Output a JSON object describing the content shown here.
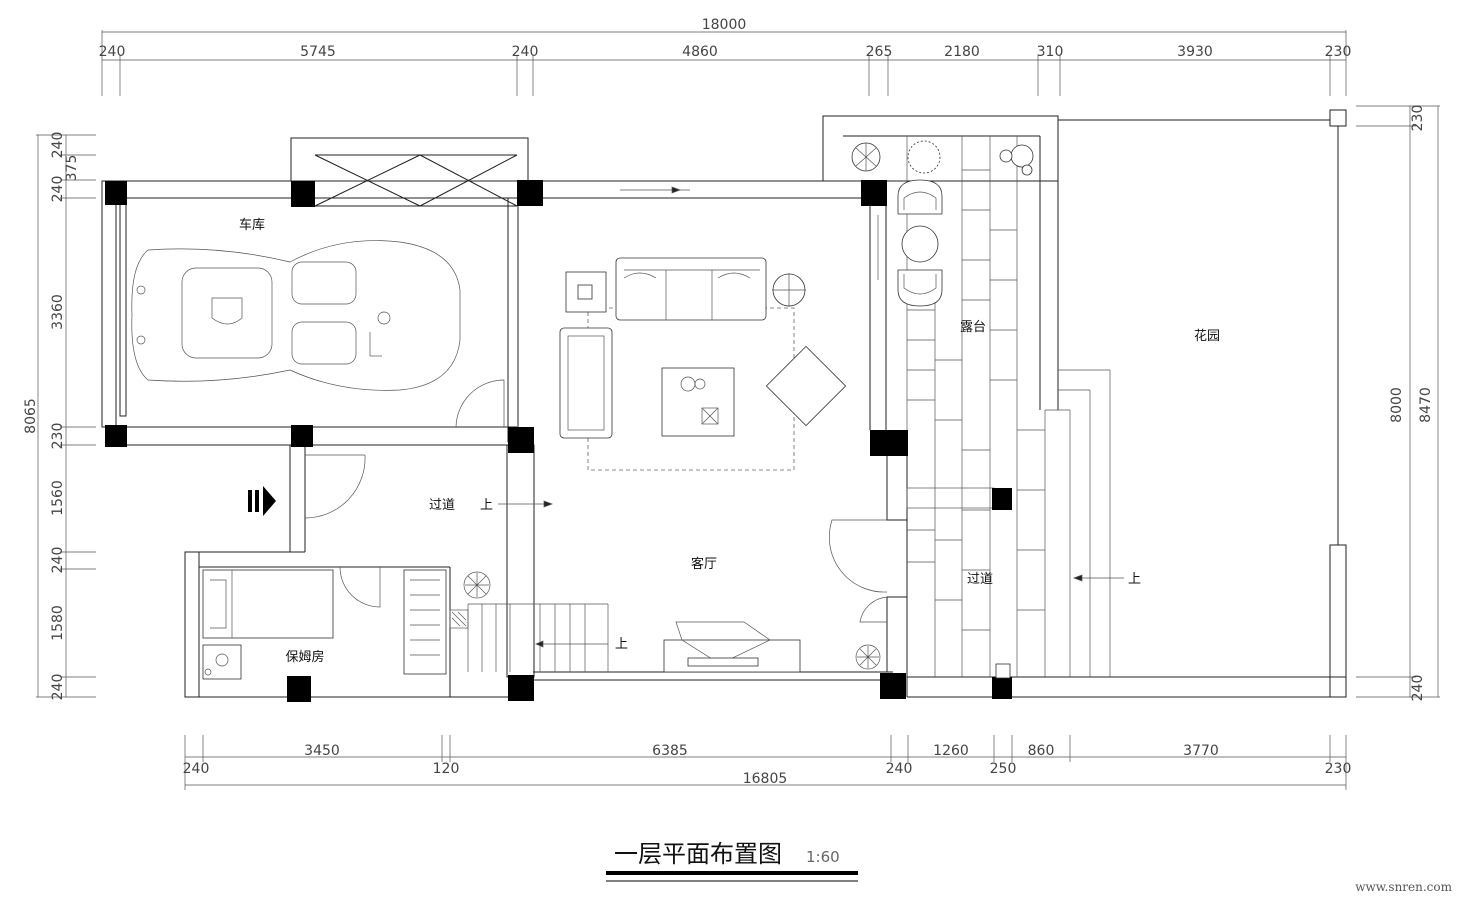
{
  "dimensions": {
    "top_total": "18000",
    "top": [
      "240",
      "5745",
      "240",
      "4860",
      "265",
      "2180",
      "310",
      "3930",
      "230"
    ],
    "bottom_row1": [
      "3450",
      "6385",
      "1260",
      "860",
      "3770"
    ],
    "bottom_row2": [
      "240",
      "120",
      "240",
      "250",
      "230"
    ],
    "bottom_total": "16805",
    "left": [
      "240",
      "375",
      "240",
      "3360",
      "230",
      "1560",
      "240",
      "1580",
      "240"
    ],
    "left_total": "8065",
    "right": [
      "230",
      "8000",
      "240"
    ],
    "right_total": "8470"
  },
  "rooms": {
    "garage": "车库",
    "terrace": "露台",
    "garden": "花园",
    "corridor_left": "过道",
    "corridor_right": "过道",
    "living_room": "客厅",
    "maid_room": "保姆房"
  },
  "stairs": {
    "up_label_1": "上",
    "up_label_2": "上",
    "up_label_3": "上"
  },
  "title": "一层平面布置图",
  "scale": "1:60",
  "watermark": "www.snren.com"
}
